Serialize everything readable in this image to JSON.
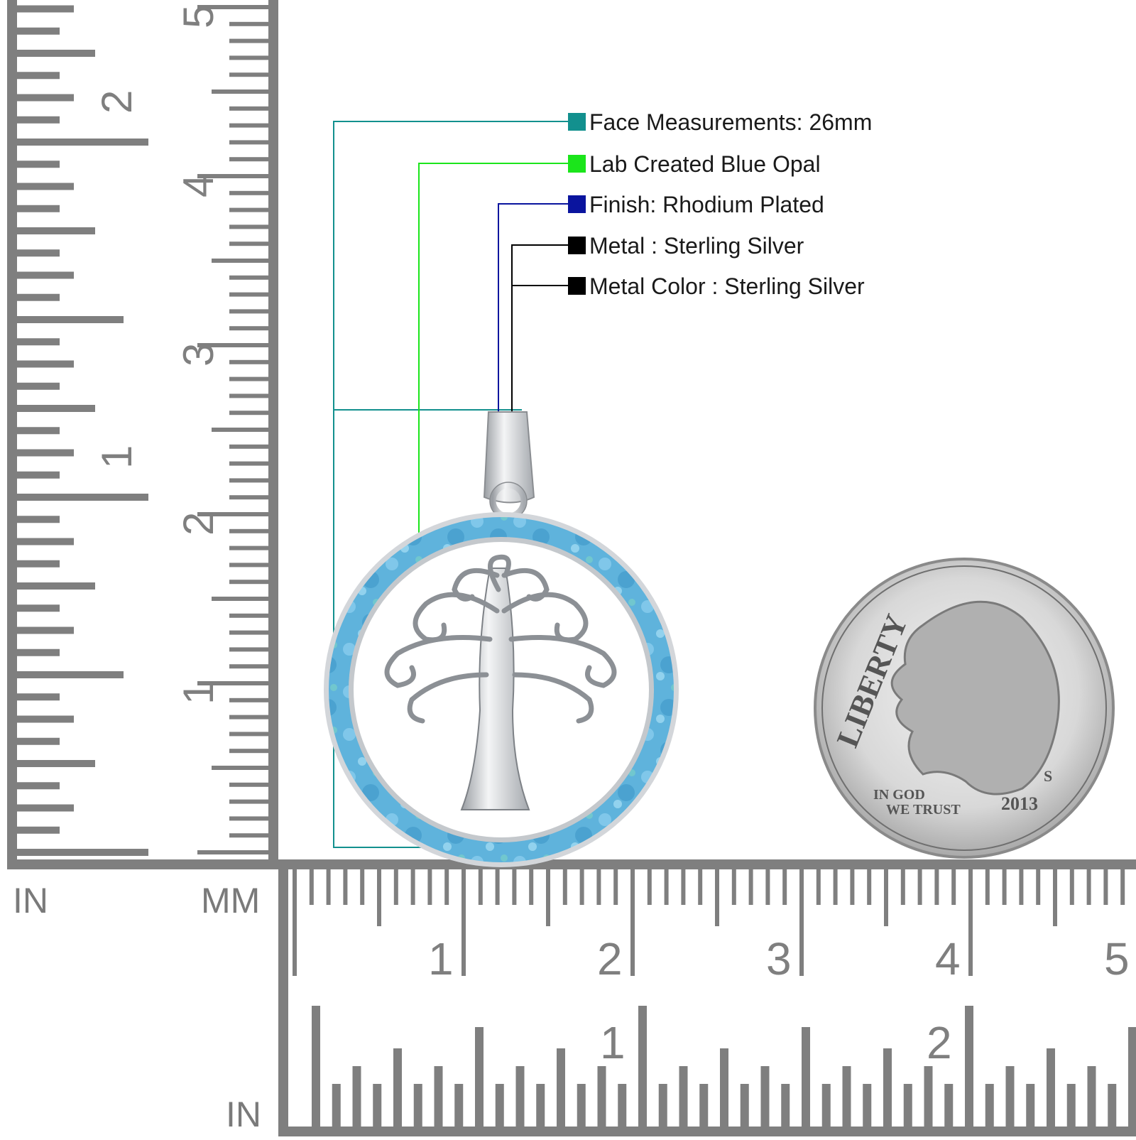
{
  "specs": [
    {
      "label": "Face Measurements: 26mm",
      "color": "#12908e"
    },
    {
      "label": "Lab Created Blue Opal",
      "color": "#1be51b"
    },
    {
      "label": "Finish: Rhodium Plated",
      "color": "#0a149e"
    },
    {
      "label": "Metal : Sterling Silver",
      "color": "#000000"
    },
    {
      "label": "Metal Color : Sterling Silver",
      "color": "#000000"
    }
  ],
  "rulers": {
    "left_in_numbers": [
      "1",
      "2"
    ],
    "left_mm_numbers": [
      "1",
      "2",
      "3",
      "4",
      "5"
    ],
    "bottom_mm_numbers": [
      "1",
      "2",
      "3",
      "4",
      "5"
    ],
    "bottom_in_numbers": [
      "1",
      "2"
    ],
    "unit_in_left": "IN",
    "unit_mm": "MM",
    "unit_in_bottom": "IN",
    "ruler_color": "#7f7f7f"
  },
  "coin": {
    "legend": "LIBERTY",
    "motto_line1": "IN GOD",
    "motto_line2": "WE TRUST",
    "year": "2013",
    "mint_mark": "S"
  },
  "pendant": {
    "opal_color": "#5fb3dc",
    "metal_color": "#c9ccd0"
  }
}
